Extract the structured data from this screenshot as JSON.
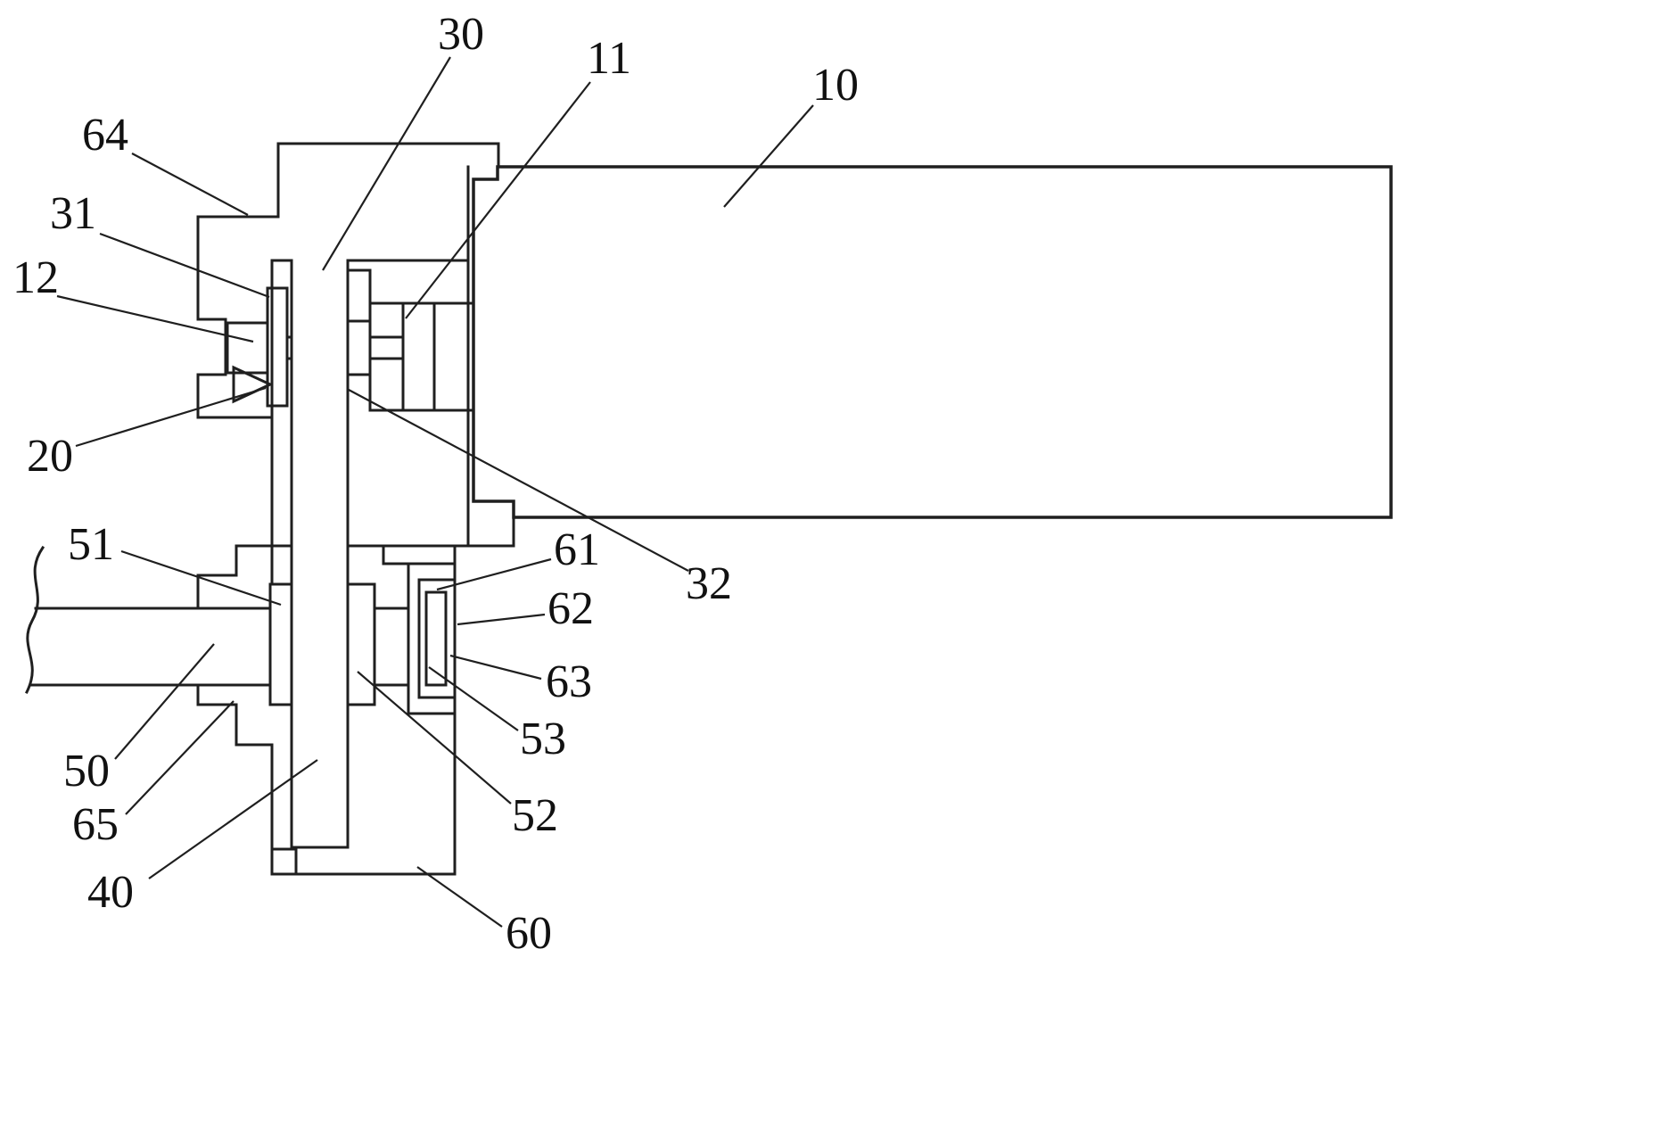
{
  "figure": {
    "background_color": "#ffffff",
    "line_color": "#1f1f1f"
  },
  "labels": {
    "p10": "10",
    "p11": "11",
    "p12": "12",
    "p20": "20",
    "p30": "30",
    "p31": "31",
    "p32": "32",
    "p40": "40",
    "p50": "50",
    "p51": "51",
    "p52": "52",
    "p53": "53",
    "p60": "60",
    "p61": "61",
    "p62": "62",
    "p63": "63",
    "p64": "64",
    "p65": "65"
  }
}
